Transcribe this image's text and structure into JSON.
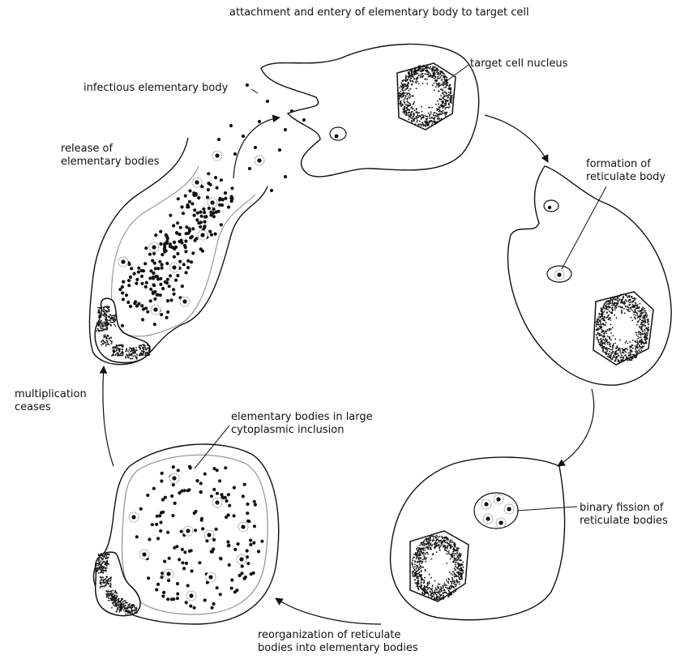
{
  "labels": {
    "attachment": "attachment and entery of elementary body to target cell",
    "infectious": "infectious elementary body",
    "nucleus": "target cell nucleus",
    "release_1": "release of",
    "release_2": "elementary bodies",
    "formation_1": "formation of",
    "formation_2": "reticulate body",
    "multiplication_1": "multiplication",
    "multiplication_2": "ceases",
    "eb_large_1": "elementary bodies in large",
    "eb_large_2": "cytoplasmic inclusion",
    "fission_1": "binary fission of",
    "fission_2": "reticulate bodies",
    "reorg_1": "reorganization of reticulate",
    "reorg_2": "bodies into elementary bodies"
  },
  "colors": {
    "ink": "#111111",
    "inclusion_outline": "#9a9a9a",
    "background": "#ffffff"
  }
}
